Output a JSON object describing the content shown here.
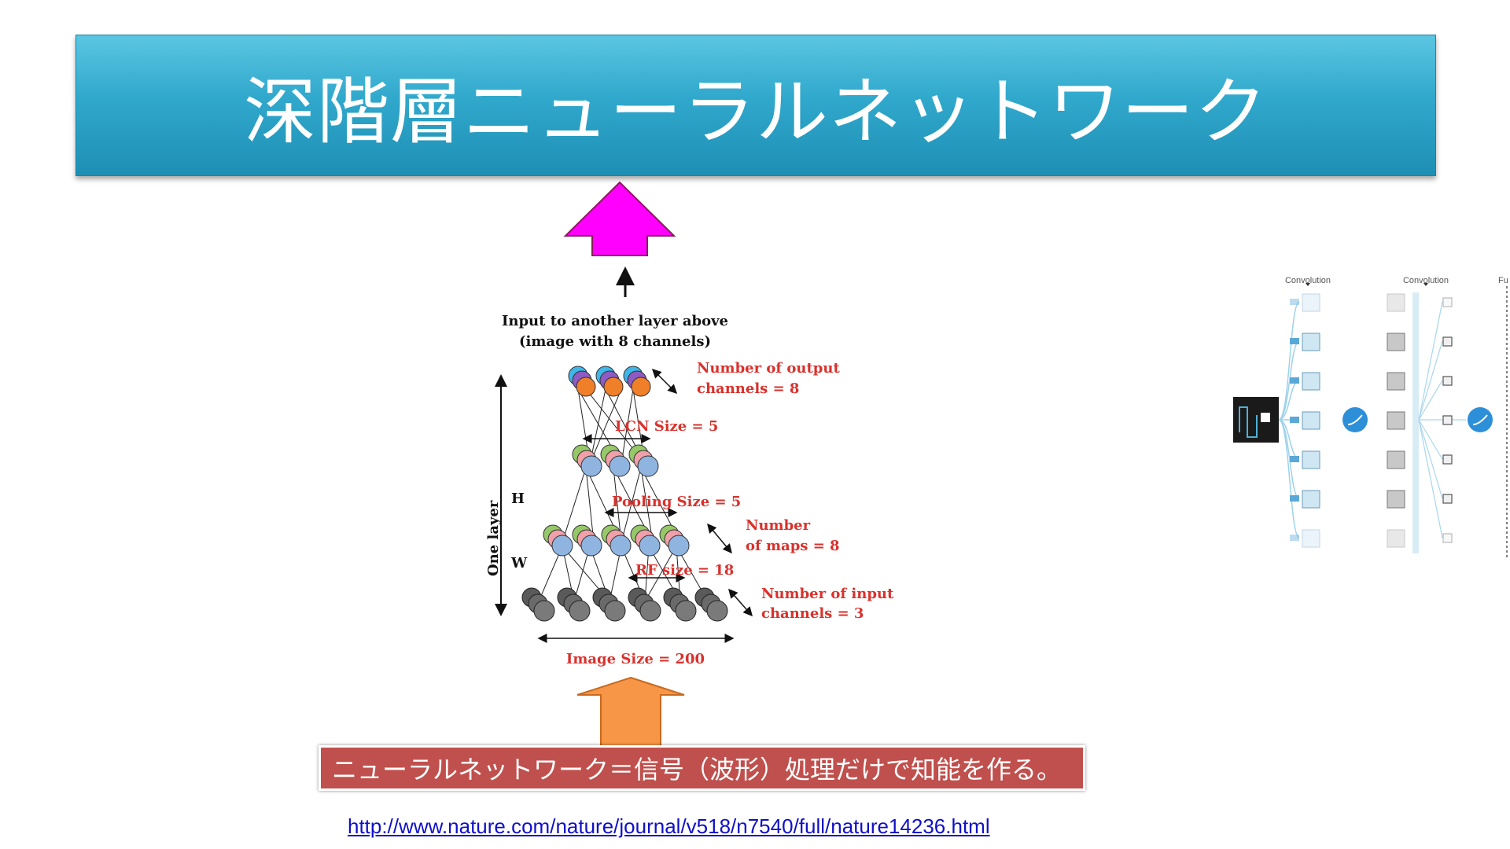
{
  "slide": {
    "title": "深階層ニューラルネットワーク",
    "caption": "ニューラルネットワーク＝信号（波形）処理だけで知能を作る。",
    "source_link": "http://www.nature.com/nature/journal/v518/n7540/full/nature14236.html"
  },
  "diagram": {
    "top_label_line1": "Input to another layer above",
    "top_label_line2": "(image with 8 channels)",
    "output_channels_line1": "Number  of output",
    "output_channels_line2": "channels = 8",
    "lcn_size": "LCN Size = 5",
    "pooling_size": "Pooling Size = 5",
    "maps_line1": "Number",
    "maps_line2": "of maps = 8",
    "rf_size": "RF size = 18",
    "input_channels_line1": "Number  of input",
    "input_channels_line2": "channels = 3",
    "image_size": "Image Size = 200",
    "h_label": "H",
    "w_label": "W",
    "one_layer": "One layer"
  },
  "side_figure": {
    "col1_label": "Convolution",
    "col2_label": "Convolution",
    "col3_label": "Fu"
  },
  "colors": {
    "banner": "#30a8cc",
    "up_arrow_magenta": "#ff00ff",
    "bottom_arrow_orange": "#f79646",
    "caption_bg": "#c0504d",
    "annotation_red": "#d9312c"
  }
}
